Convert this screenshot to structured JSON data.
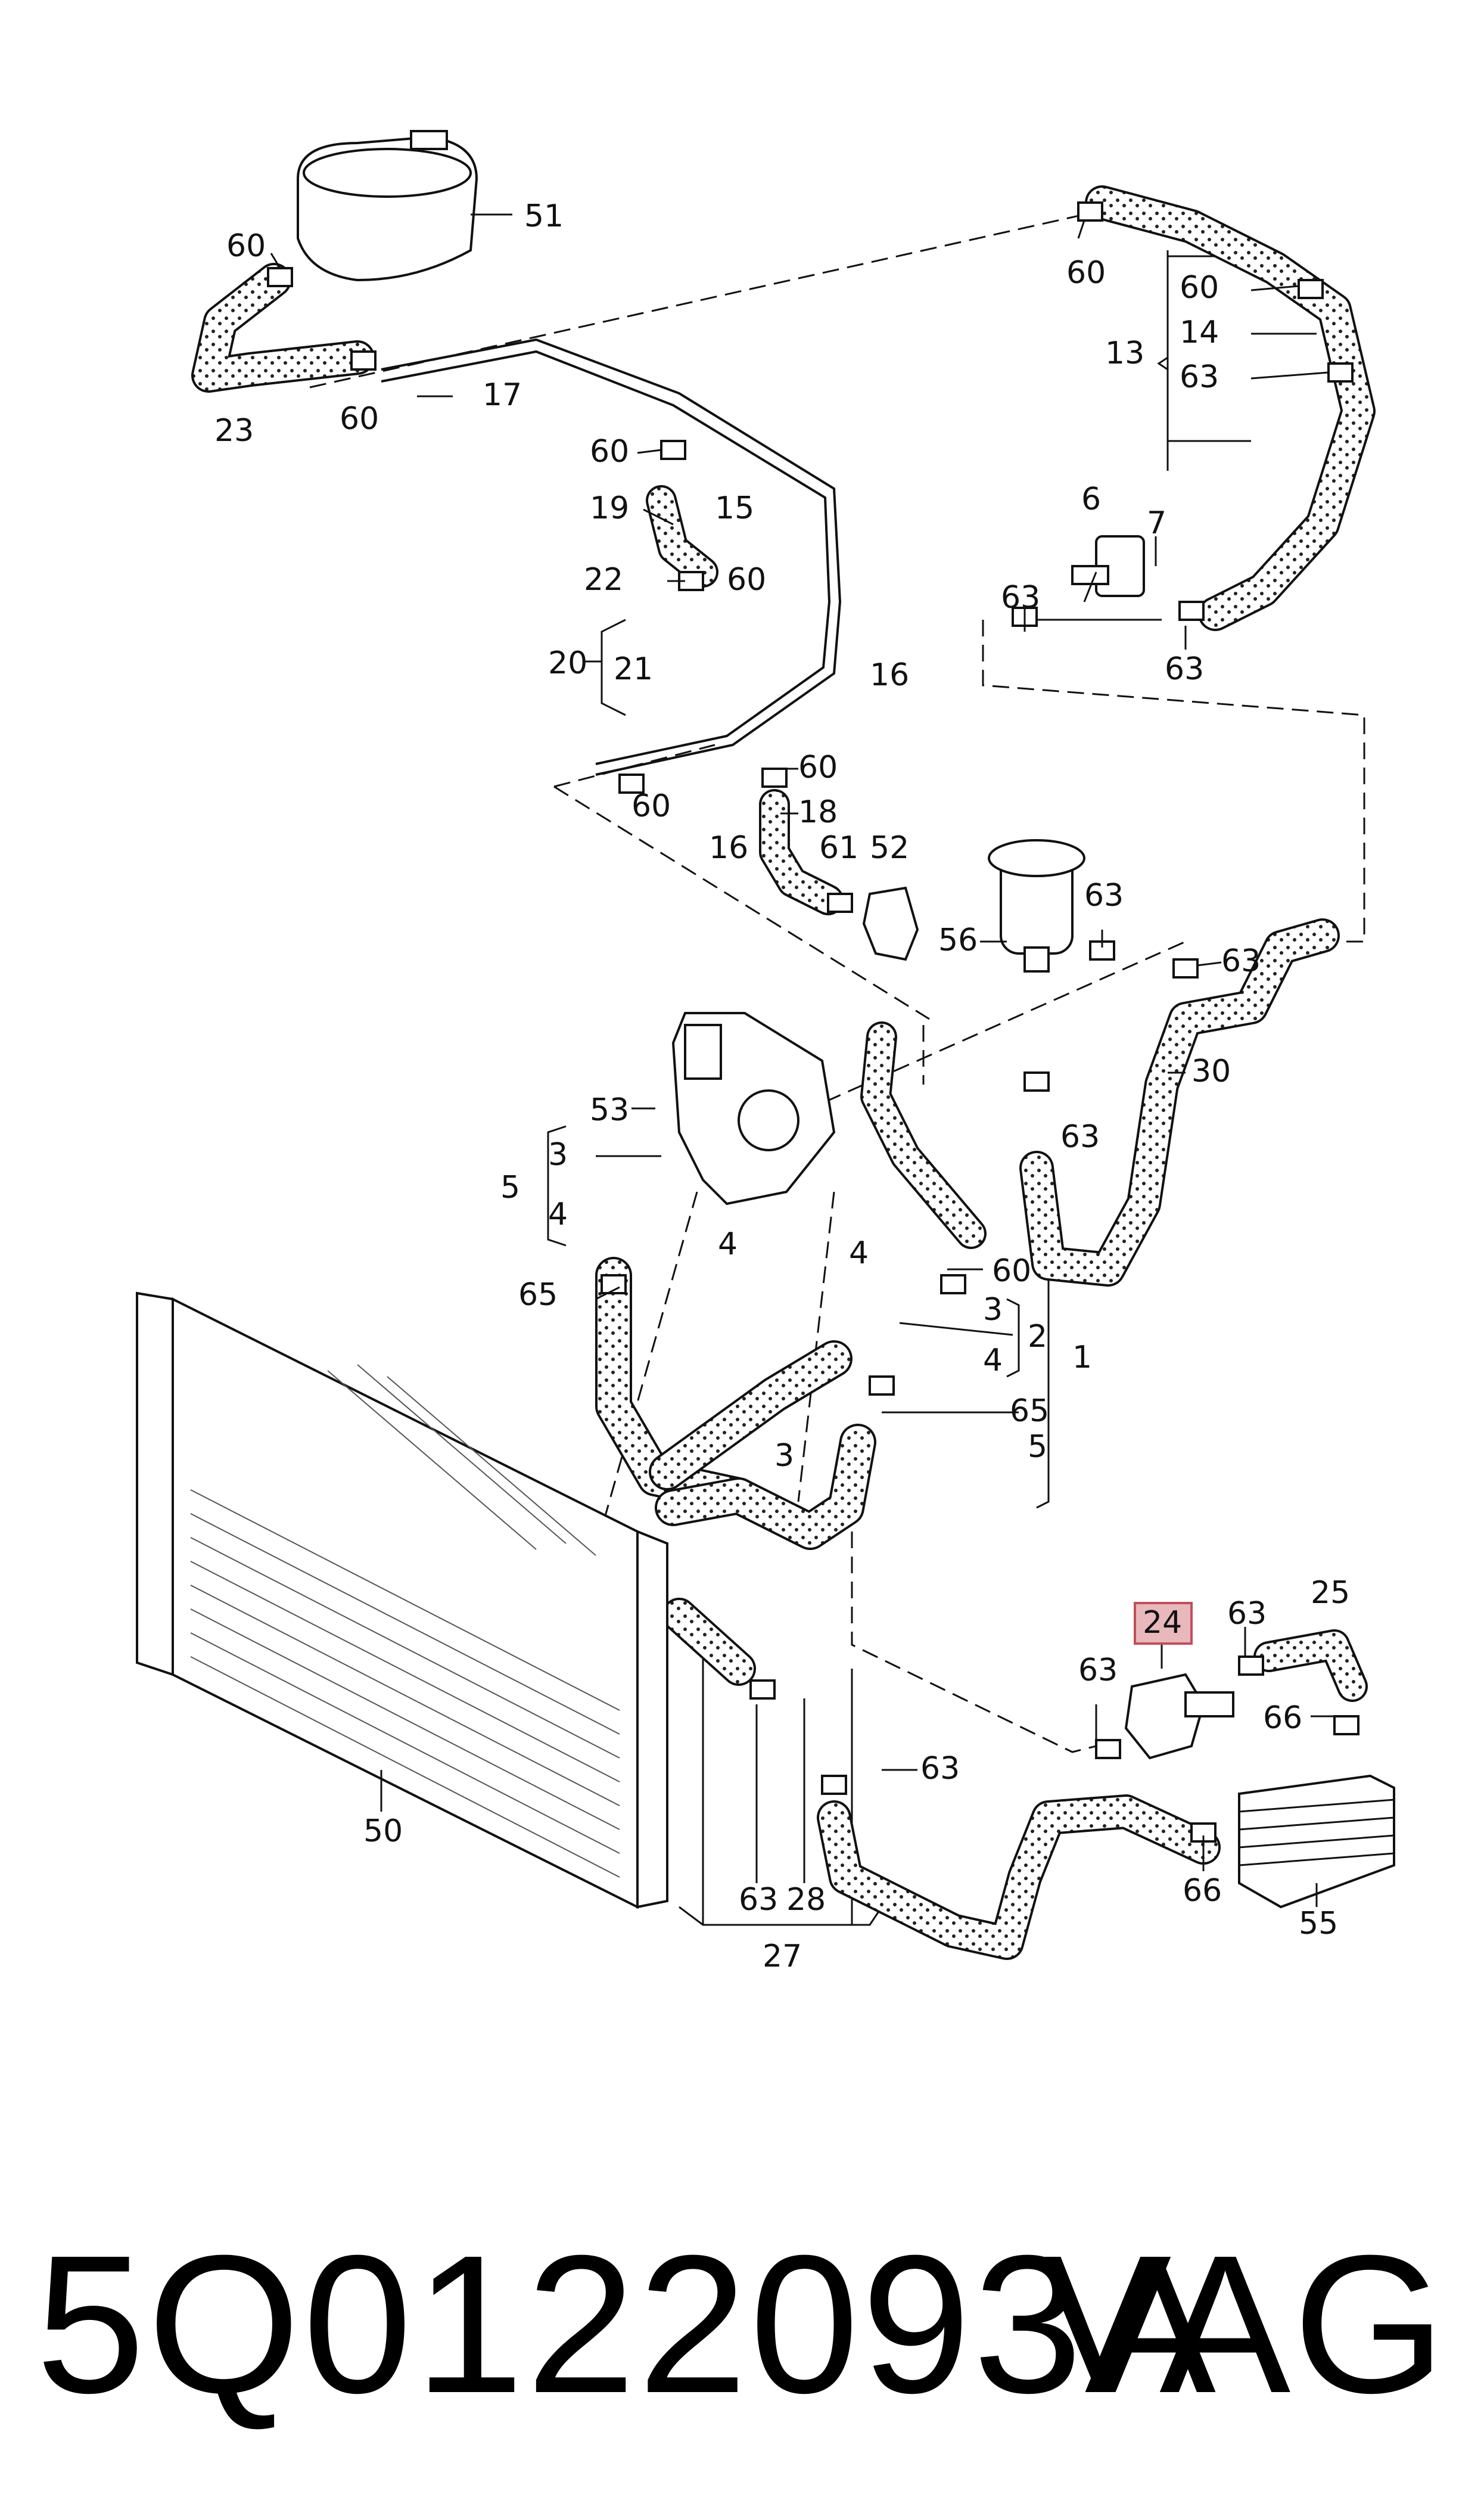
{
  "diagram": {
    "callouts": [
      {
        "id": "c51",
        "text": "51"
      },
      {
        "id": "c60a",
        "text": "60"
      },
      {
        "id": "c23",
        "text": "23"
      },
      {
        "id": "c60b",
        "text": "60"
      },
      {
        "id": "c17",
        "text": "17"
      },
      {
        "id": "c60c",
        "text": "60"
      },
      {
        "id": "c13",
        "text": "13"
      },
      {
        "id": "c60d",
        "text": "60"
      },
      {
        "id": "c14",
        "text": "14"
      },
      {
        "id": "c63a",
        "text": "63"
      },
      {
        "id": "c60e",
        "text": "60"
      },
      {
        "id": "c19",
        "text": "19"
      },
      {
        "id": "c15",
        "text": "15"
      },
      {
        "id": "c22",
        "text": "22"
      },
      {
        "id": "c60f",
        "text": "60"
      },
      {
        "id": "c20",
        "text": "20"
      },
      {
        "id": "c21",
        "text": "21"
      },
      {
        "id": "c16a",
        "text": "16"
      },
      {
        "id": "c6",
        "text": "6"
      },
      {
        "id": "c7",
        "text": "7"
      },
      {
        "id": "c63b",
        "text": "63"
      },
      {
        "id": "c63c",
        "text": "63"
      },
      {
        "id": "c60g",
        "text": "60"
      },
      {
        "id": "c18",
        "text": "18"
      },
      {
        "id": "c60h",
        "text": "60"
      },
      {
        "id": "c16b",
        "text": "16"
      },
      {
        "id": "c61",
        "text": "61"
      },
      {
        "id": "c52",
        "text": "52"
      },
      {
        "id": "c63d",
        "text": "63"
      },
      {
        "id": "c56",
        "text": "56"
      },
      {
        "id": "c63e",
        "text": "63"
      },
      {
        "id": "c53",
        "text": "53"
      },
      {
        "id": "c30",
        "text": "30"
      },
      {
        "id": "c63f",
        "text": "63"
      },
      {
        "id": "c3a",
        "text": "3"
      },
      {
        "id": "c5a",
        "text": "5"
      },
      {
        "id": "c4a",
        "text": "4"
      },
      {
        "id": "c4b",
        "text": "4"
      },
      {
        "id": "c4c",
        "text": "4"
      },
      {
        "id": "c60i",
        "text": "60"
      },
      {
        "id": "c65a",
        "text": "65"
      },
      {
        "id": "c3b",
        "text": "3"
      },
      {
        "id": "c2",
        "text": "2"
      },
      {
        "id": "c1",
        "text": "1"
      },
      {
        "id": "c4d",
        "text": "4"
      },
      {
        "id": "c65b",
        "text": "65"
      },
      {
        "id": "c3c",
        "text": "3"
      },
      {
        "id": "c5b",
        "text": "5"
      },
      {
        "id": "c24",
        "text": "24"
      },
      {
        "id": "c63g",
        "text": "63"
      },
      {
        "id": "c25",
        "text": "25"
      },
      {
        "id": "c63h",
        "text": "63"
      },
      {
        "id": "c66a",
        "text": "66"
      },
      {
        "id": "c63i",
        "text": "63"
      },
      {
        "id": "c50",
        "text": "50"
      },
      {
        "id": "c66b",
        "text": "66"
      },
      {
        "id": "c55",
        "text": "55"
      },
      {
        "id": "c63j",
        "text": "63"
      },
      {
        "id": "c28",
        "text": "28"
      },
      {
        "id": "c27",
        "text": "27"
      }
    ],
    "highlight_color": "#e8b8bd",
    "highlight_border": "#c0505c"
  },
  "footer": {
    "part_number": "5Q0122093A",
    "brand": "VAG"
  }
}
